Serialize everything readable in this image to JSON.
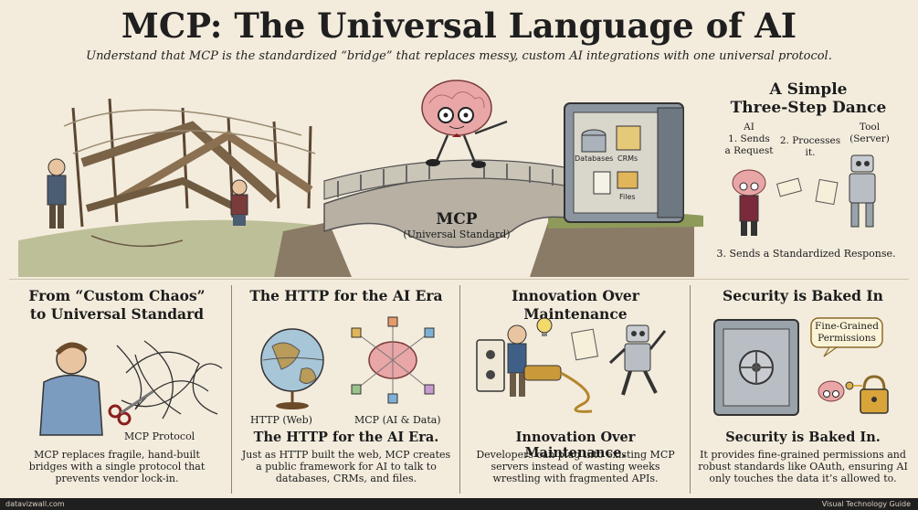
{
  "header": {
    "title": "MCP: The Universal Language of AI",
    "subtitle": "Understand that MCP is the standardized “bridge” that replaces messy, custom AI integrations with one universal protocol."
  },
  "hero": {
    "bridge_label": "MCP",
    "bridge_sublabel": "(Universal Standard)",
    "vault_labels": [
      "Databases",
      "CRMs",
      "Files"
    ],
    "dance": {
      "title_line1": "A Simple",
      "title_line2": "Three-Step Dance",
      "ai_label": "AI",
      "step1_line1": "1. Sends",
      "step1_line2": "a Request",
      "step2_line1": "2. Processes",
      "step2_line2": "it.",
      "tool_line1": "Tool",
      "tool_line2": "(Server)",
      "step3": "3. Sends a Standardized Response."
    }
  },
  "panels": [
    {
      "title_line1": "From “Custom Chaos”",
      "title_line2": "to Universal Standard",
      "illustration_label": "MCP Protocol",
      "body_line1": "MCP replaces fragile, hand-built",
      "body_line2": "bridges with a single protocol that",
      "body_line3": "prevents vendor lock-in."
    },
    {
      "title_line1": "The HTTP for the AI Era",
      "label_left": "HTTP (Web)",
      "label_right": "MCP (AI & Data)",
      "caption": "The HTTP for the AI Era.",
      "body_line1": "Just as HTTP built the web, MCP creates",
      "body_line2": "a public framework for AI to talk to",
      "body_line3": "databases, CRMs, and files."
    },
    {
      "title_line1": "Innovation Over Maintenance",
      "caption": "Innovation Over Maintenance.",
      "body_line1": "Developers can plug into existing MCP",
      "body_line2": "servers instead of wasting weeks",
      "body_line3": "wrestling with fragmented APIs."
    },
    {
      "title_line1": "Security is Baked In",
      "bubble_line1": "Fine-Grained",
      "bubble_line2": "Permissions",
      "caption": "Security is Baked In.",
      "body_line1": "It provides fine-grained permissions and",
      "body_line2": "robust standards like OAuth, ensuring AI",
      "body_line3": "only touches the data it’s allowed to."
    }
  ],
  "footer": {
    "left": "datavizwall.com",
    "right": "Visual Technology Guide"
  },
  "colors": {
    "background": "#f3ecdd",
    "brain_pink": "#e9a6a6",
    "bridge_stone": "#b7b0a3",
    "vault_gray": "#8b95a0",
    "footer_bar": "#1f1f1f"
  }
}
